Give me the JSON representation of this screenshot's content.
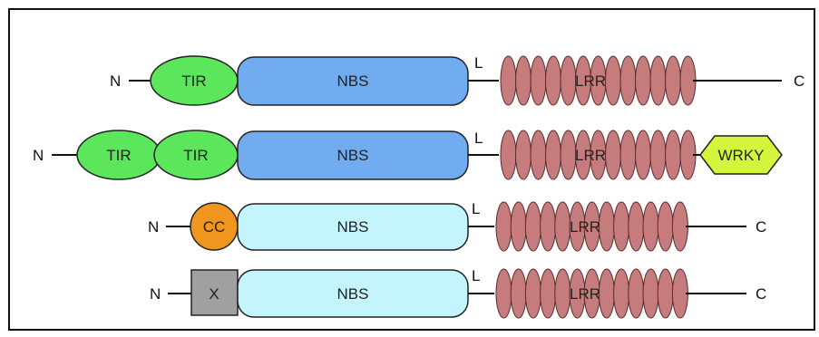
{
  "rows": [
    {
      "n_label": "N",
      "c_label": "C",
      "linker_label": "L",
      "lrr_label": "LRR",
      "end_label": "",
      "domains": [
        {
          "label": "TIR",
          "shape": "ellipse",
          "color": "#5ce65c"
        },
        {
          "label": "NBS",
          "shape": "rounded",
          "color": "#72acf0"
        }
      ]
    },
    {
      "n_label": "N",
      "c_label": "",
      "linker_label": "L",
      "lrr_label": "LRR",
      "end_label": "WRKY",
      "domains": [
        {
          "label": "TIR",
          "shape": "ellipse",
          "color": "#5ce65c"
        },
        {
          "label": "TIR",
          "shape": "ellipse",
          "color": "#5ce65c"
        },
        {
          "label": "NBS",
          "shape": "rounded",
          "color": "#72acf0"
        }
      ]
    },
    {
      "n_label": "N",
      "c_label": "C",
      "linker_label": "L",
      "lrr_label": "LRR",
      "end_label": "",
      "domains": [
        {
          "label": "CC",
          "shape": "circle",
          "color": "#f0961e"
        },
        {
          "label": "NBS",
          "shape": "rounded",
          "color": "#c4f4fc"
        }
      ]
    },
    {
      "n_label": "N",
      "c_label": "C",
      "linker_label": "L",
      "lrr_label": "LRR",
      "end_label": "",
      "domains": [
        {
          "label": "X",
          "shape": "square",
          "color": "#a0a0a0"
        },
        {
          "label": "NBS",
          "shape": "rounded",
          "color": "#c4f4fc"
        }
      ]
    }
  ],
  "colors": {
    "lrr_fill": "#c67c7c",
    "lrr_stroke": "#5a2a2a",
    "wrky_fill": "#d4f53c",
    "line": "#111111"
  }
}
